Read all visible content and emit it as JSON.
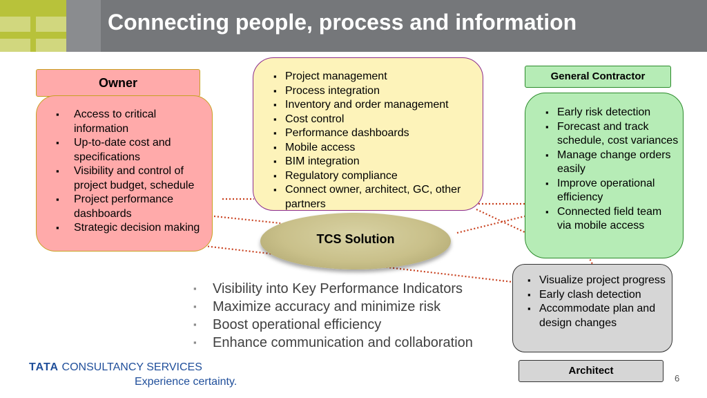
{
  "header": {
    "title": "Connecting people, process and information"
  },
  "owner": {
    "label": "Owner",
    "items": [
      "Access to critical information",
      "Up-to-date cost and specifications",
      "Visibility and control of project budget, schedule",
      "Project performance dashboards",
      "Strategic decision making"
    ]
  },
  "center": {
    "items": [
      "Project management",
      "Process integration",
      "Inventory and order management",
      "Cost control",
      "Performance dashboards",
      "Mobile access",
      "BIM integration",
      "Regulatory compliance",
      "Connect owner, architect, GC, other partners"
    ]
  },
  "general_contractor": {
    "label": "General Contractor",
    "items": [
      "Early risk detection",
      "Forecast and track schedule, cost variances",
      "Manage change orders easily",
      "Improve operational efficiency",
      "Connected field team via mobile access"
    ]
  },
  "architect": {
    "label": "Architect",
    "items": [
      "Visualize project progress",
      "Early clash detection",
      "Accommodate plan and design changes"
    ]
  },
  "solution": {
    "label": "TCS Solution"
  },
  "benefits": [
    "Visibility into Key Performance Indicators",
    "Maximize accuracy and minimize risk",
    "Boost operational efficiency",
    "Enhance communication and collaboration"
  ],
  "footer": {
    "logo_brand": "TATA",
    "logo_company": "CONSULTANCY SERVICES",
    "tagline": "Experience certainty.",
    "page_number": "6"
  },
  "colors": {
    "header": "#75777a",
    "owner": "#ffaaaa",
    "center": "#fdf3ba",
    "general_contractor": "#b6ecb6",
    "architect": "#d6d6d6",
    "connector": "#c8401e",
    "brand": "#1f4e9a"
  }
}
